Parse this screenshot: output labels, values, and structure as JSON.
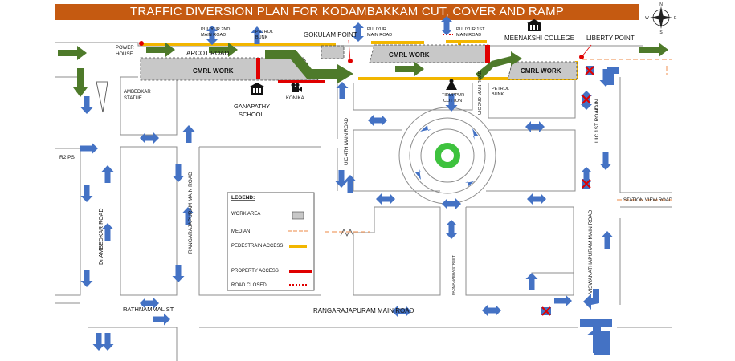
{
  "title": "TRAFFIC DIVERSION PLAN FOR KODAMBAKKAM CUT, COVER AND RAMP",
  "compass": {
    "n": "N",
    "s": "S",
    "e": "E",
    "w": "W"
  },
  "roads": {
    "arcot": "ARCOT ROAD",
    "puliyur2": [
      "PULIYUR 2ND",
      "MAIN ROAD"
    ],
    "petrol_bunk_top": [
      "PETROL",
      "BUNK"
    ],
    "puliyur_main": [
      "PULIYUR",
      "MAIN ROAD"
    ],
    "puliyur1": [
      "PULIYUR 1ST",
      "MAIN ROAD"
    ],
    "uic4": "UIC 4TH MAIN ROAD",
    "uic2": "UIC 2ND MAIN ROAD",
    "petrol_bunk_right": [
      "PETROL",
      "BUNK"
    ],
    "uic1": "UIC 1ST ROAD",
    "main": "MAIN",
    "station_view": "STATION VIEW ROAD",
    "viswanathapuram": "VISWANATHAPURAM MAIN ROAD",
    "padmanaba": "PADMANABHA STREET",
    "rangarajapuram_v": "RANGARAJAPURAM MAIN ROAD",
    "rangarajapuram_h": "RANGARAJAPURAM MAIN ROAD",
    "ambedkar": "Dr AMBEDKAR ROAD",
    "rathnammal": "RATHNAMMAL ST",
    "r2ps": "R2 PS"
  },
  "landmarks": {
    "power_house": [
      "POWER",
      "HOUSE"
    ],
    "gokulam": "GOKULAM POINT",
    "meenakshi": "MEENAKSHI COLLEGE",
    "liberty": "LIBERTY POINT",
    "ambedkar_statue": [
      "AMBEDKAR",
      "STATUE"
    ],
    "ganapathy": [
      "GANAPATHY",
      "SCHOOL"
    ],
    "konika": "KONIKA",
    "tiruppur": [
      "TIRUPPUR",
      "COTTON"
    ]
  },
  "work_areas": [
    "CMRL WORK",
    "CMRL WORK",
    "CMRL WORK"
  ],
  "legend": {
    "title": "LEGEND:",
    "items": [
      {
        "label": "WORK AREA",
        "color": "#c8c8c8"
      },
      {
        "label": "MEDIAN",
        "color": "#f4b183"
      },
      {
        "label": "PEDESTRAIN ACCESS",
        "color": "#f2b600"
      },
      {
        "label": "PROPERTY ACCESS",
        "color": "#e00000"
      },
      {
        "label": "ROAD CLOSED",
        "color": "#e00000"
      }
    ]
  },
  "colors": {
    "title_bg": "#c55a11",
    "arrow_blue": "#4472c4",
    "arrow_green": "#4e7a2a",
    "ped_yellow": "#f2b600",
    "property_red": "#e00000",
    "roundabout_green": "#3ec23e"
  }
}
